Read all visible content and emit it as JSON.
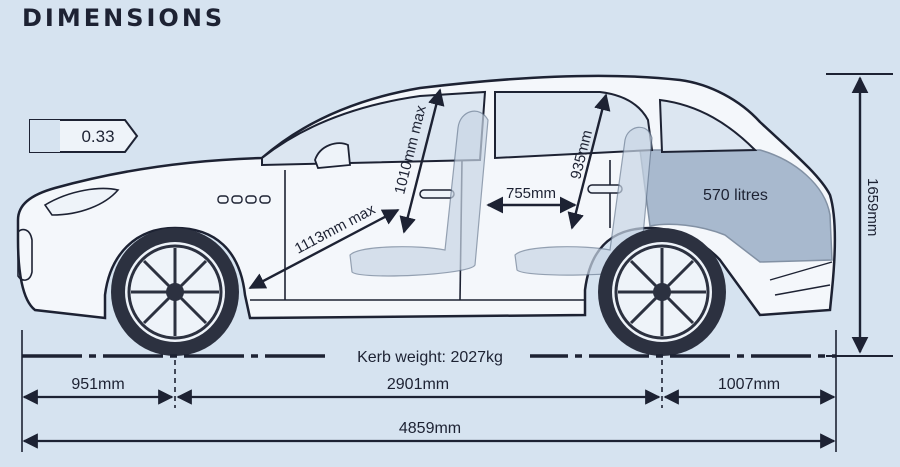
{
  "title": "DIMENSIONS",
  "drag_coefficient": "0.33",
  "measurements": {
    "front_headroom": "1010mm max",
    "front_legroom": "1113mm max",
    "rear_headroom": "935mm",
    "rear_legroom": "755mm",
    "boot_capacity": "570 litres",
    "height": "1659mm",
    "kerb_weight": "Kerb weight: 2027kg",
    "front_overhang": "951mm",
    "wheelbase": "2901mm",
    "rear_overhang": "1007mm",
    "length": "4859mm"
  },
  "colors": {
    "background": "#d6e3f0",
    "ink": "#1d2233",
    "body_fill": "#f4f7fb",
    "window_fill": "#dce6f1",
    "boot_fill": "#8fa5bf",
    "tyre": "#2c3140"
  }
}
